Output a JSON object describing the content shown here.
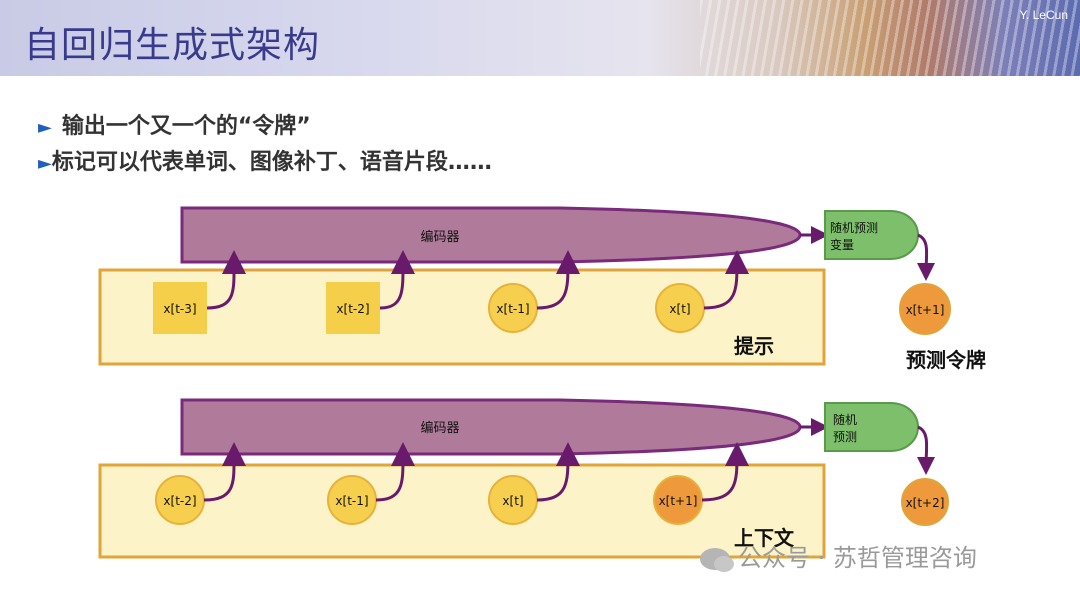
{
  "header": {
    "title": "自回归生成式架构",
    "author": "Y. LeCun"
  },
  "bullets": [
    {
      "marker": "►",
      "text": "输出一个又一个的“令牌”"
    },
    {
      "marker": "►",
      "text": "标记可以代表单词、图像补丁、语音片段……"
    }
  ],
  "diagram1": {
    "encoder_label": "编码器",
    "sampler_label_line1": "随机预测",
    "sampler_label_line2": "变量",
    "inputs": [
      "x[t-3]",
      "x[t-2]",
      "x[t-1]",
      "x[t]"
    ],
    "output": "x[t+1]",
    "box_label": "提示",
    "output_caption": "预测令牌"
  },
  "diagram2": {
    "encoder_label": "编码器",
    "sampler_label_line1": "随机",
    "sampler_label_line2": "预测",
    "inputs": [
      "x[t-2]",
      "x[t-1]",
      "x[t]",
      "x[t+1]"
    ],
    "output": "x[t+2]",
    "box_label": "上下文"
  },
  "watermark": "公众号 · 苏哲管理咨询",
  "colors": {
    "title": "#3a3a8c",
    "bullet_marker": "#1f5fbf",
    "encoder_fill": "#b07a9a",
    "encoder_stroke": "#7a2a7a",
    "arrow": "#6a1a6a",
    "context_fill": "#fdf3c8",
    "context_stroke": "#e0a43a",
    "square_token": "#f6cf4a",
    "circle_token": "#f7cf4f",
    "predicted_token": "#ee9a3c",
    "sampler_fill": "#7dbf6a"
  }
}
